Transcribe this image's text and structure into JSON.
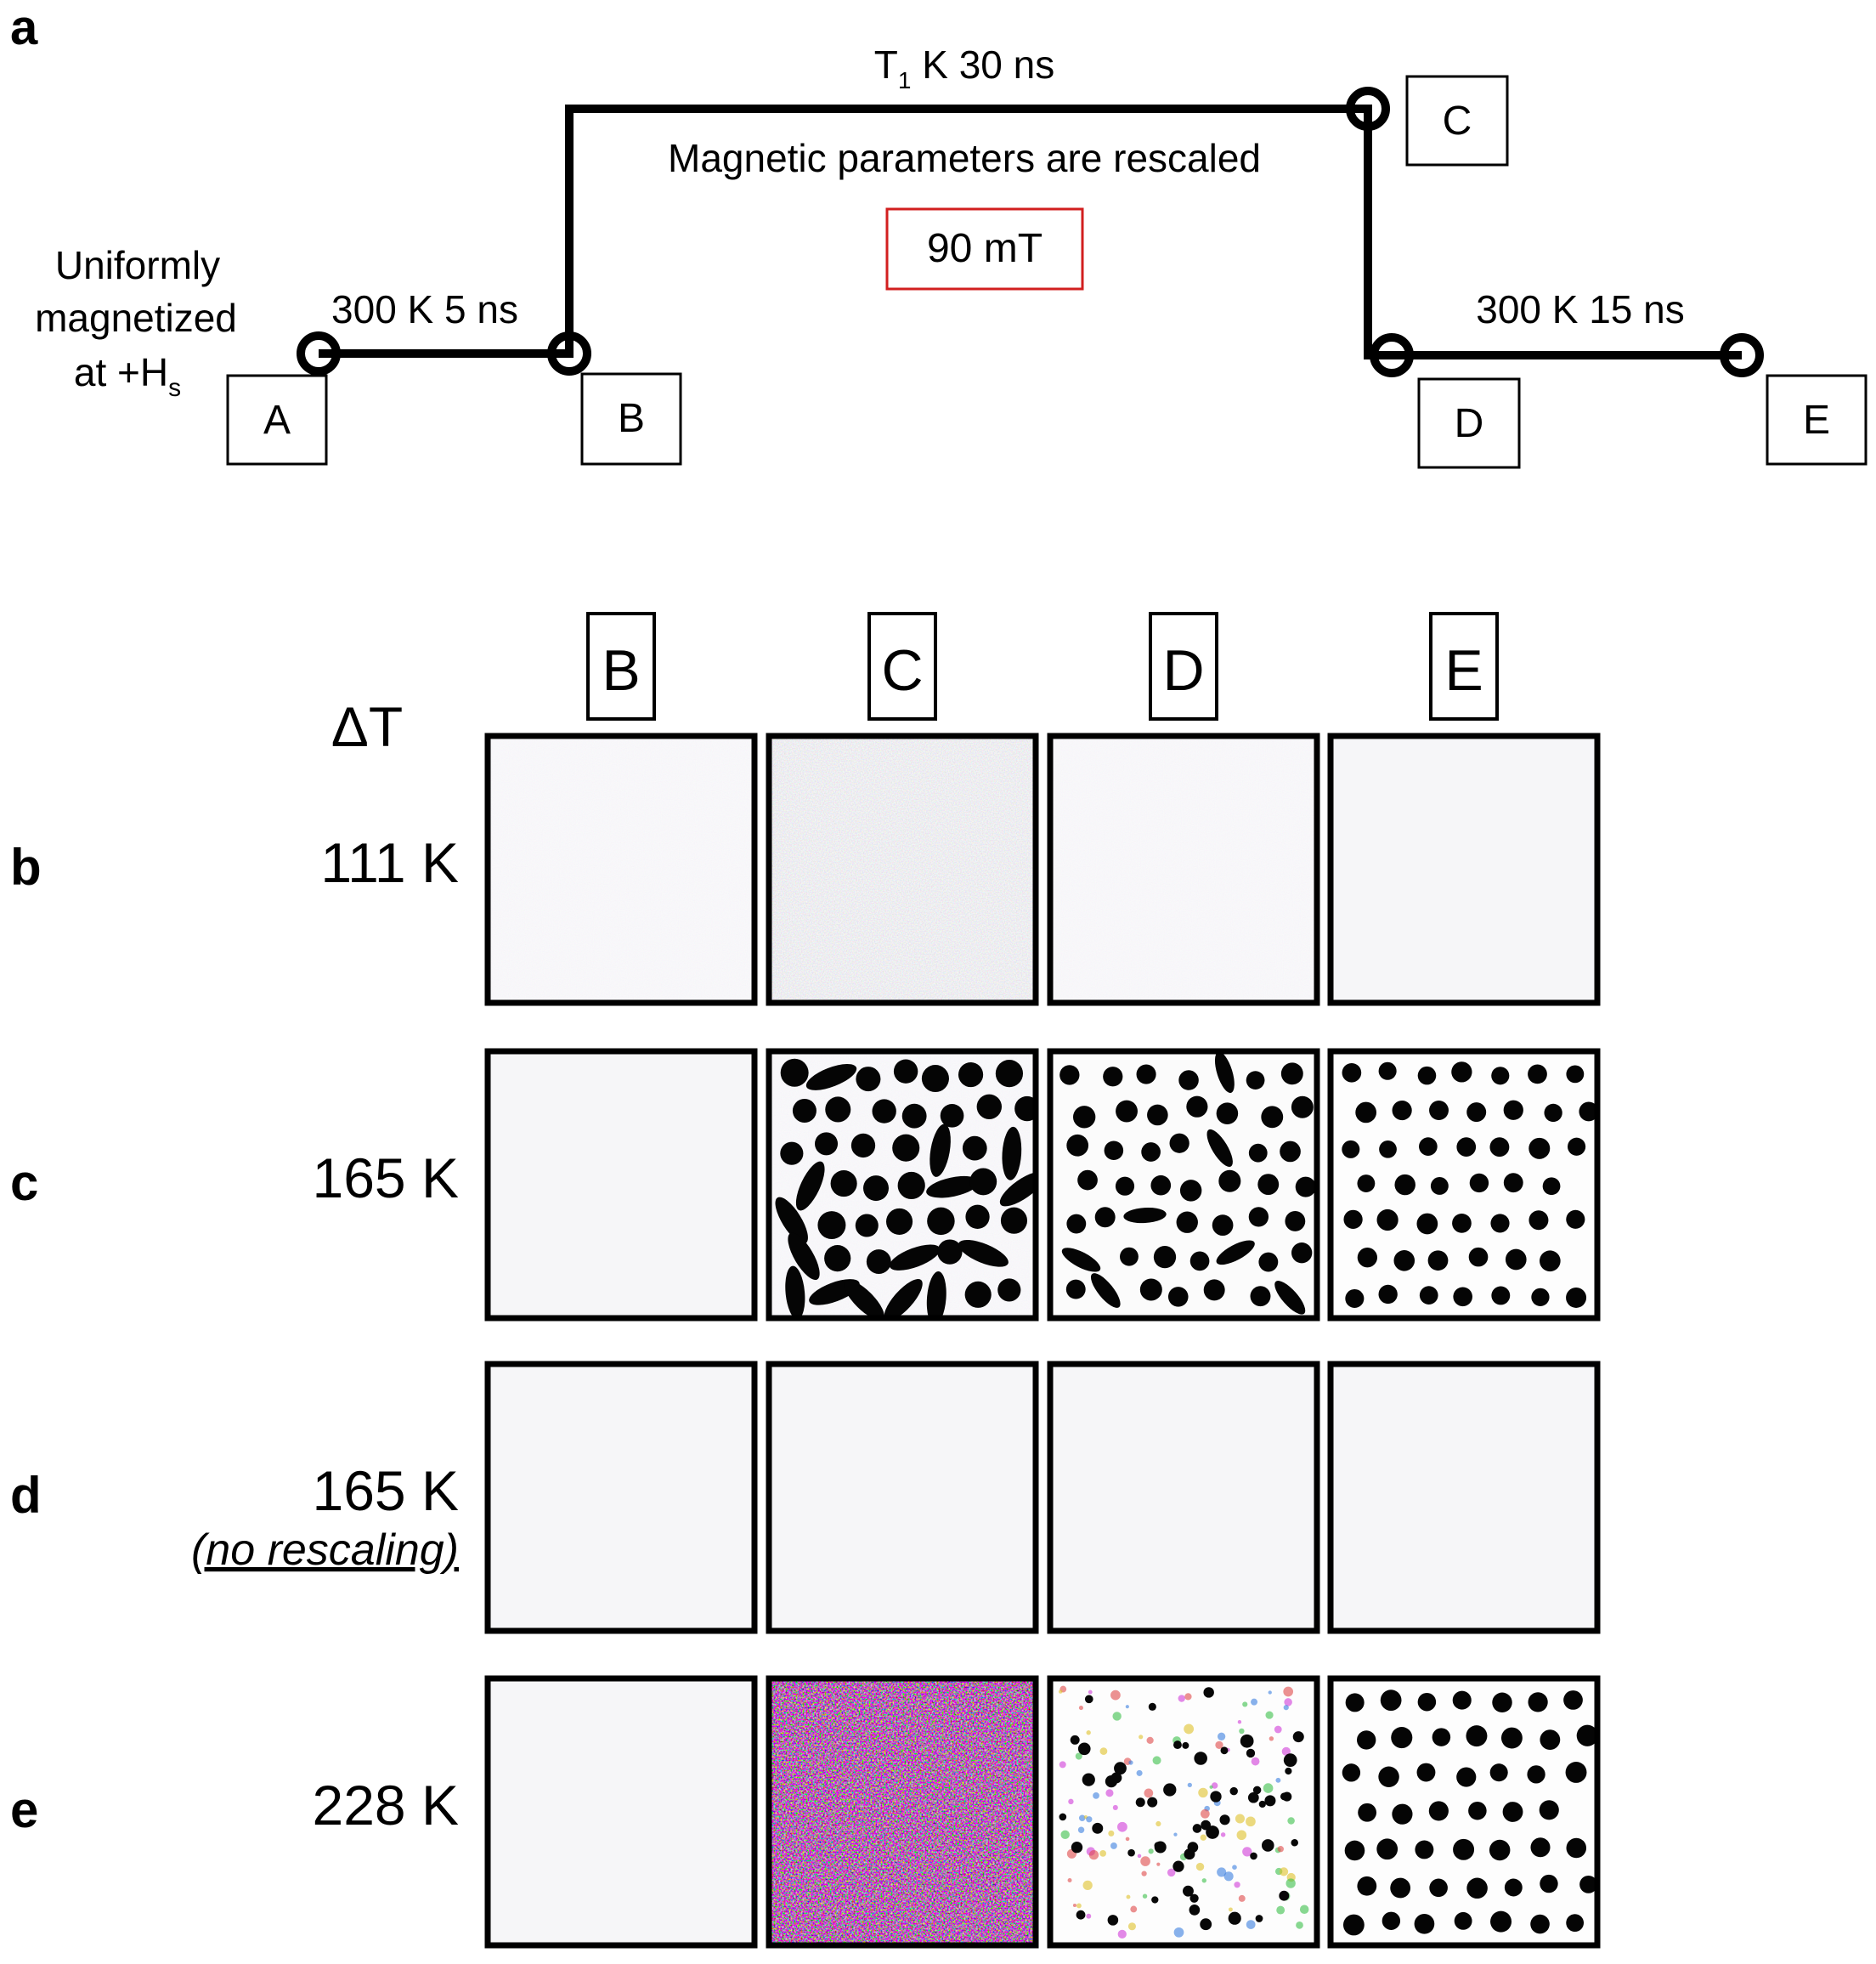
{
  "panel_letters": {
    "a": "a",
    "b": "b",
    "c": "c",
    "d": "d",
    "e": "e"
  },
  "protocol": {
    "start_label": [
      "Uniformly",
      "magnetized",
      "at +H",
      "s"
    ],
    "step_AB": "300 K 5 ns",
    "step_BC_prefix": "T",
    "step_BC_sub": "1",
    "step_BC_suffix": " K 30 ns",
    "rescale_note": "Magnetic parameters are rescaled",
    "field_box": "90 mT",
    "step_DE": "300 K 15 ns",
    "points": [
      "A",
      "B",
      "C",
      "D",
      "E"
    ],
    "colors": {
      "line": "#000000",
      "field_box_border": "#d21f1f"
    }
  },
  "grid": {
    "column_headers": [
      "B",
      "C",
      "D",
      "E"
    ],
    "delta_t_header": "ΔT",
    "rows": [
      {
        "letter": "b",
        "delta_t": "111 K",
        "note": "",
        "cells": [
          "faint-noise",
          "colored-noise",
          "faint-noise",
          "uniform"
        ]
      },
      {
        "letter": "c",
        "delta_t": "165 K",
        "note": "",
        "cells": [
          "uniform",
          "skyrmions-elongated",
          "skyrmions-mixed",
          "skyrmion-lattice"
        ]
      },
      {
        "letter": "d",
        "delta_t": "165 K",
        "note": "(no rescaling)",
        "cells": [
          "uniform",
          "uniform",
          "uniform",
          "uniform"
        ]
      },
      {
        "letter": "e",
        "delta_t": "228 K",
        "note": "",
        "cells": [
          "uniform",
          "strong-colored-noise",
          "skyrmion-nuclei",
          "skyrmion-lattice"
        ]
      }
    ]
  }
}
